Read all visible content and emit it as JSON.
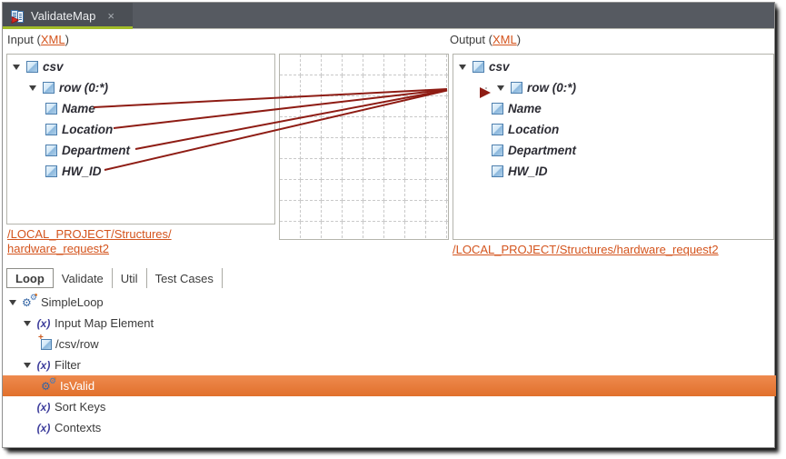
{
  "editor_tab": {
    "title": "ValidateMap",
    "close_glyph": "×"
  },
  "input_panel": {
    "label_prefix": "Input (",
    "label_link": "XML",
    "label_suffix": ")",
    "tree": {
      "nodes": [
        {
          "label": "csv"
        },
        {
          "label": "row (0:*)"
        },
        {
          "label": "Name"
        },
        {
          "label": "Location"
        },
        {
          "label": "Department"
        },
        {
          "label": "HW_ID"
        }
      ]
    },
    "schema_link_line1": "/LOCAL_PROJECT/Structures/",
    "schema_link_line2": "hardware_request2"
  },
  "output_panel": {
    "label_prefix": "Output (",
    "label_link": "XML",
    "label_suffix": ")",
    "tree": {
      "nodes": [
        {
          "label": "csv"
        },
        {
          "label": "row (0:*)",
          "selected": true
        },
        {
          "label": "Name"
        },
        {
          "label": "Location"
        },
        {
          "label": "Department"
        },
        {
          "label": "HW_ID"
        }
      ]
    },
    "schema_link": "/LOCAL_PROJECT/Structures/hardware_request2"
  },
  "mappings": [
    {
      "from": "Name",
      "to": "row (0:*)"
    },
    {
      "from": "Location",
      "to": "row (0:*)"
    },
    {
      "from": "Department",
      "to": "row (0:*)"
    },
    {
      "from": "HW_ID",
      "to": "row (0:*)"
    }
  ],
  "bottom_tabs": {
    "tabs": [
      {
        "label": "Loop",
        "active": true
      },
      {
        "label": "Validate",
        "active": false
      },
      {
        "label": "Util",
        "active": false
      },
      {
        "label": "Test Cases",
        "active": false
      }
    ]
  },
  "loop_tree": {
    "items": [
      {
        "label": "SimpleLoop",
        "icon": "gears-icon",
        "level": 0
      },
      {
        "label": "Input Map Element",
        "icon": "xpath-variable-icon",
        "level": 1
      },
      {
        "label": "/csv/row",
        "icon": "element-new-icon",
        "level": 2
      },
      {
        "label": "Filter",
        "icon": "xpath-variable-icon",
        "level": 1
      },
      {
        "label": "IsValid",
        "icon": "gears-icon",
        "level": 2,
        "selected": true
      },
      {
        "label": "Sort Keys",
        "icon": "xpath-variable-icon",
        "level": 1
      },
      {
        "label": "Contexts",
        "icon": "xpath-variable-icon",
        "level": 1
      }
    ]
  },
  "icons": {
    "xvar_glyph": "(x)"
  },
  "colors": {
    "map_line": "#8e1c14",
    "link_orange": "#d4541d",
    "selection_orange": "#e8773d",
    "tab_underline_green": "#a2bc28",
    "tabbar_gray": "#565a61"
  }
}
